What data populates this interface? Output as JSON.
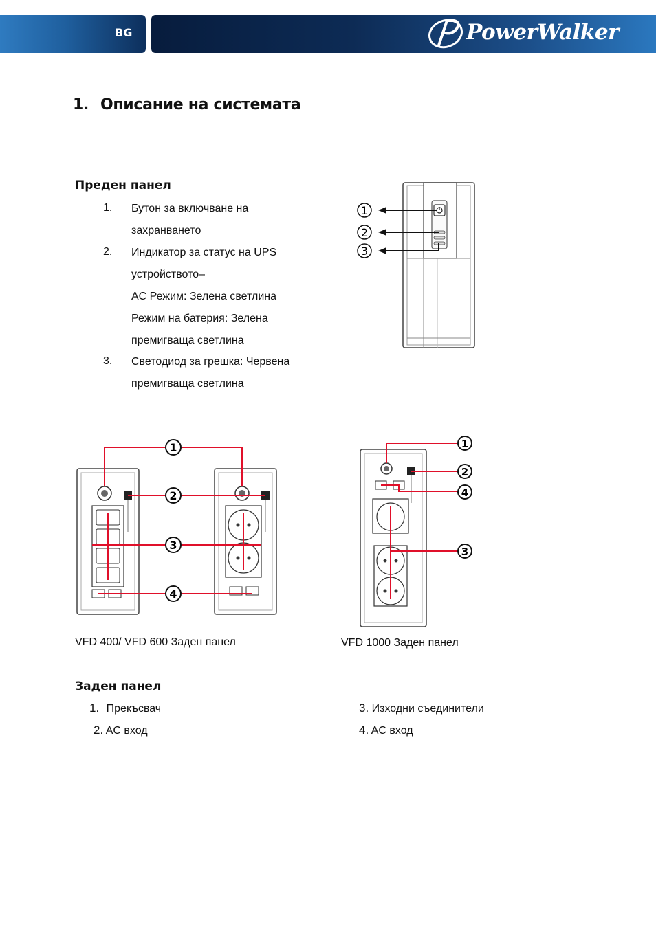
{
  "header": {
    "lang": "BG",
    "brand": "PowerWalker"
  },
  "section": {
    "number": "1.",
    "title": "Описание на системата"
  },
  "front_panel": {
    "title": "Преден панел",
    "items": [
      {
        "num": "1.",
        "lines": [
          "Бутон за включване на",
          "захранването"
        ]
      },
      {
        "num": "2.",
        "lines": [
          "Индикатор за статус на UPS",
          "устройството–",
          "AC Режим: Зелена светлина",
          "Режим на батерия: Зелена",
          "премигваща светлина"
        ]
      },
      {
        "num": "3.",
        "lines": [
          "Светодиод за грешка: Червена",
          "премигваща светлина"
        ]
      }
    ],
    "callouts": [
      "1",
      "2",
      "3"
    ]
  },
  "rear_figures": {
    "left_caption": "VFD 400/ VFD 600 Заден панел",
    "right_caption": "VFD 1000 Заден панел",
    "left_callouts": [
      "1",
      "2",
      "3",
      "4"
    ],
    "right_callouts": [
      "1",
      "2",
      "4",
      "3"
    ]
  },
  "rear_panel": {
    "title": "Заден панел",
    "items": [
      {
        "num": "1.",
        "text": "Прекъсвач"
      },
      {
        "num": "2.",
        "text": "AC вход"
      },
      {
        "num": "3.",
        "text": "Изходни съединители"
      },
      {
        "num": "4.",
        "text": "AC вход"
      }
    ]
  }
}
